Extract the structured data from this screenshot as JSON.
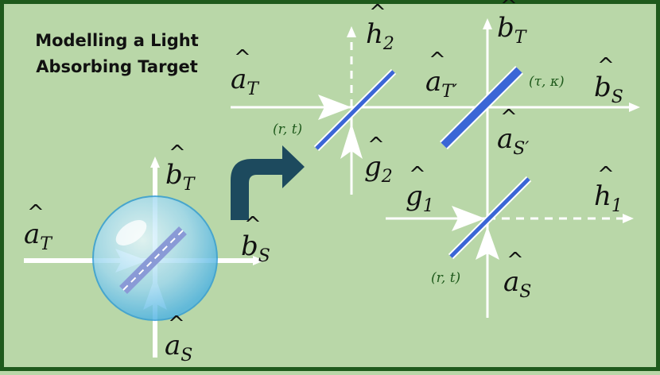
{
  "title": {
    "line1": "Modelling a Light",
    "line2": "Absorbing Target"
  },
  "left": {
    "a_T": {
      "base": "a",
      "sub": "T"
    },
    "b_T": {
      "base": "b",
      "sub": "T"
    },
    "b_S": {
      "base": "b",
      "sub": "S"
    },
    "a_S": {
      "base": "a",
      "sub": "S"
    }
  },
  "right": {
    "a_T": {
      "base": "a",
      "sub": "T"
    },
    "h_2": {
      "base": "h",
      "sub": "2"
    },
    "g_2": {
      "base": "g",
      "sub": "2"
    },
    "a_Tp": {
      "base": "a",
      "sub": "T′"
    },
    "b_T": {
      "base": "b",
      "sub": "T"
    },
    "b_S": {
      "base": "b",
      "sub": "S"
    },
    "a_Sp": {
      "base": "a",
      "sub": "S′"
    },
    "g_1": {
      "base": "g",
      "sub": "1"
    },
    "h_1": {
      "base": "h",
      "sub": "1"
    },
    "a_S": {
      "base": "a",
      "sub": "S"
    },
    "bs1_param": "(r, t)",
    "target_param": "(τ, κ)",
    "bs2_param": "(r, t)"
  },
  "colors": {
    "background": "#b9d7a8",
    "border": "#1f5a1c",
    "splitter": "#3b66d6",
    "arrow_curve": "#1d4a5e"
  }
}
